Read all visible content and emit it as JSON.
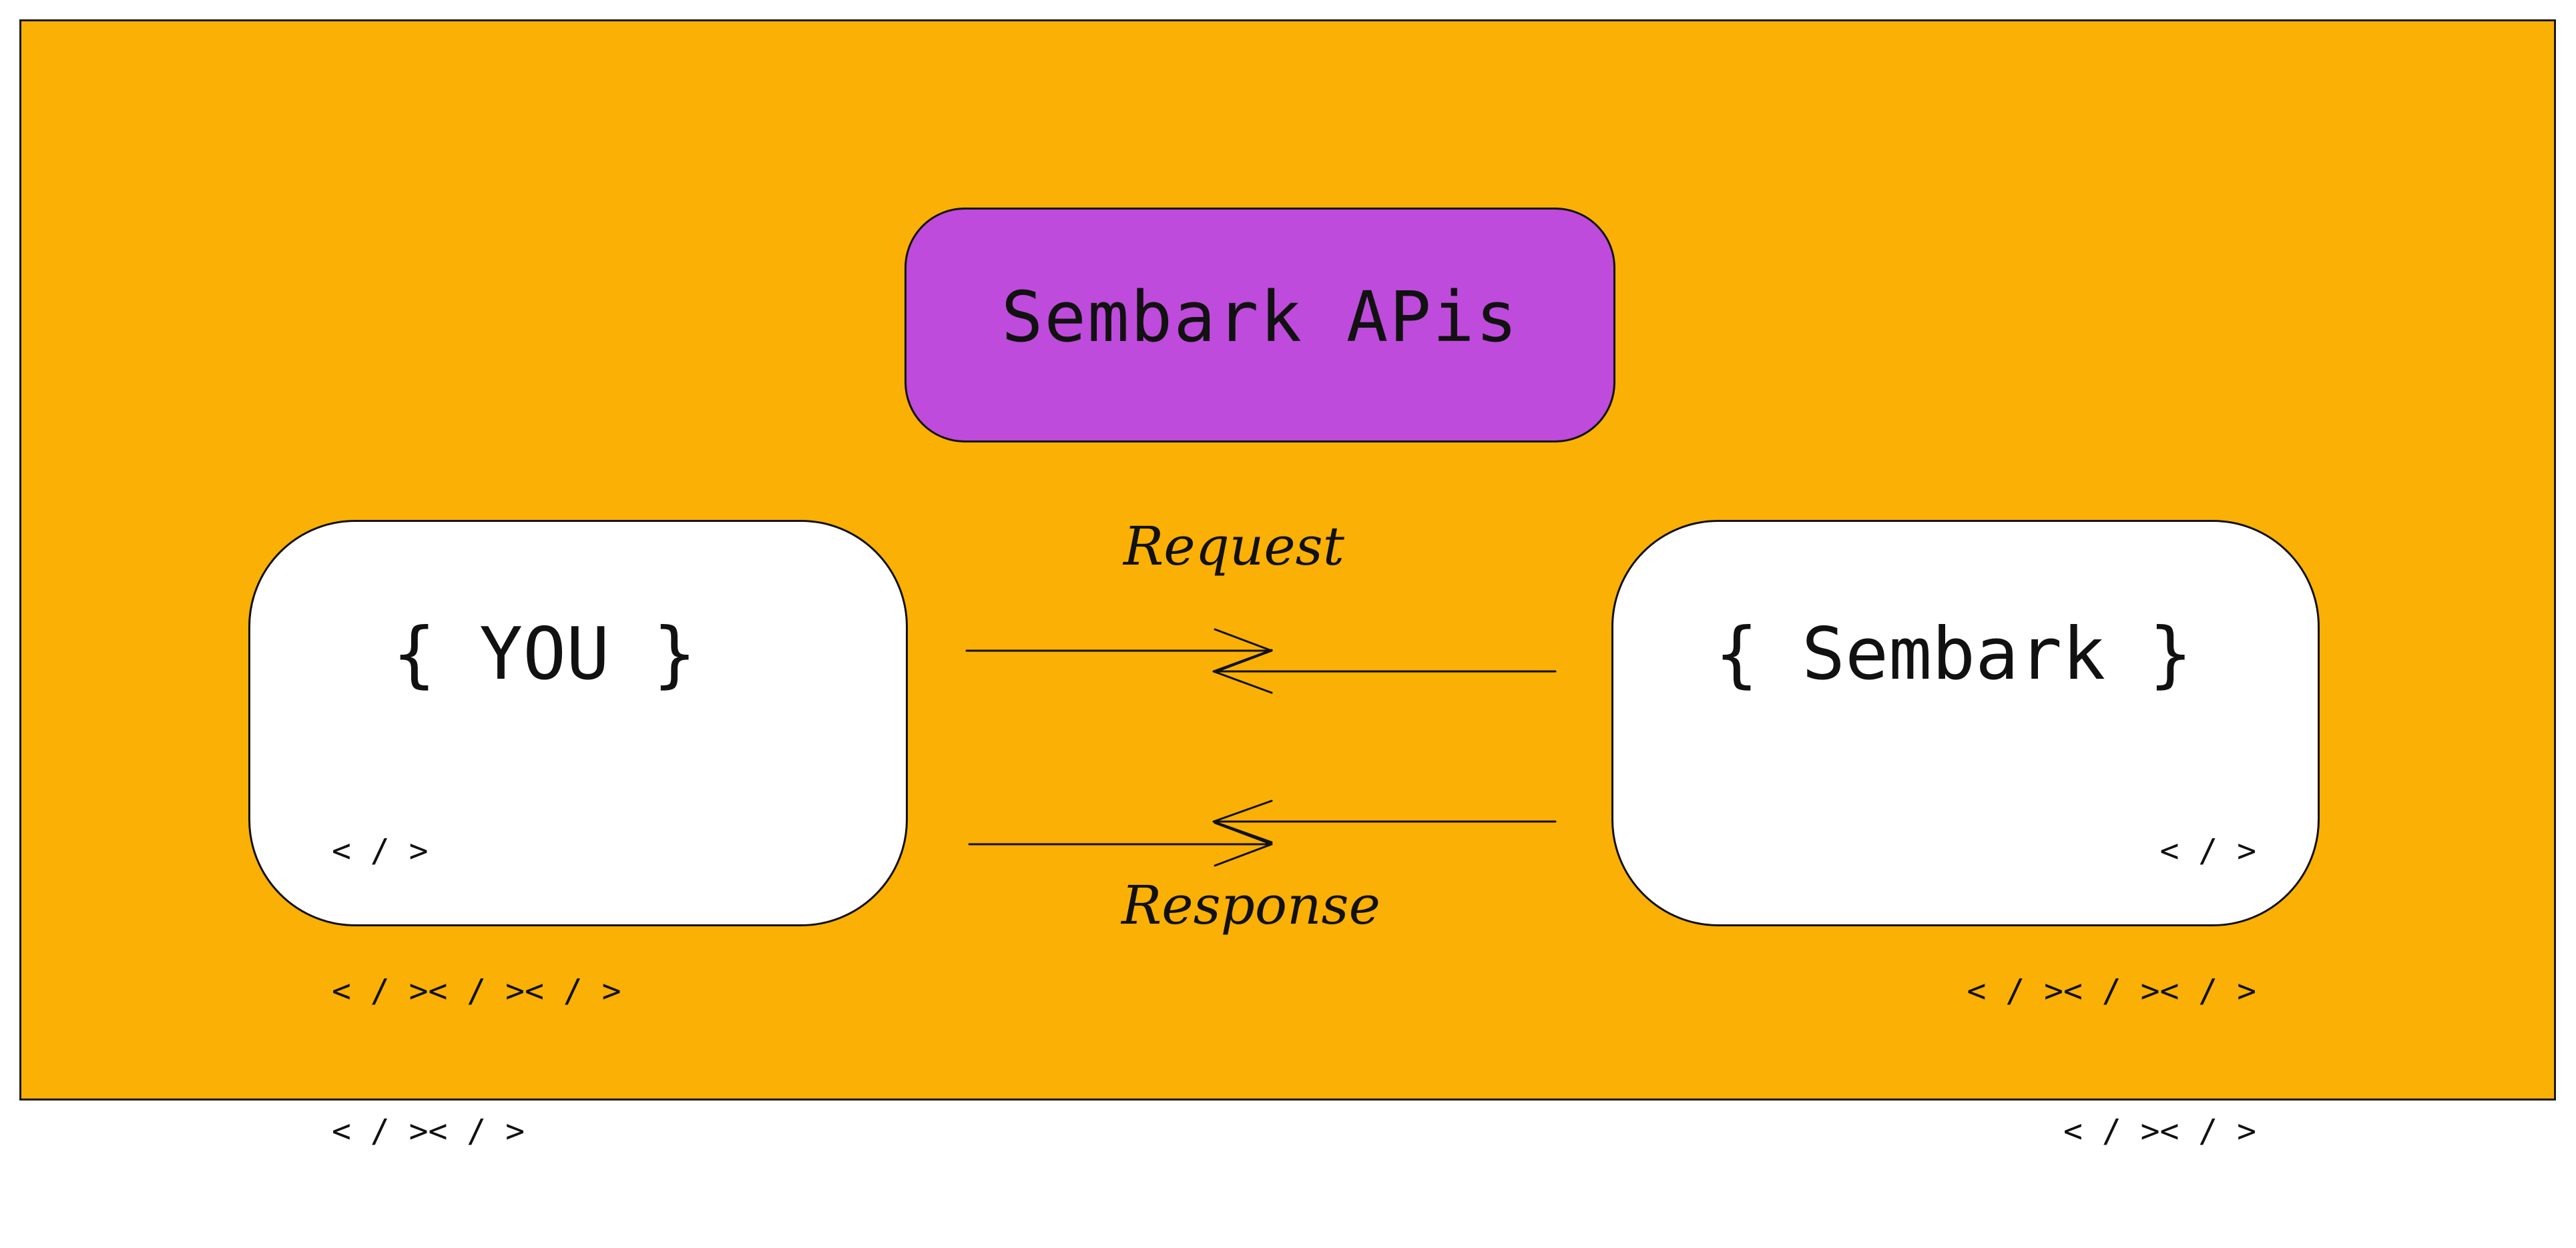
{
  "colors": {
    "background": "#FAB005",
    "api_box": "#BE4BDB",
    "side_box": "#FFFFFF",
    "ink": "#111111"
  },
  "api_box": {
    "title": "Sembark APis"
  },
  "you_box": {
    "title": "{ YOU }",
    "code": [
      "< / >",
      "< / >< / >< / >",
      "< / >< / >"
    ]
  },
  "sembark_box": {
    "title": "{ Sembark }",
    "code": [
      "< / >",
      "< / >< / >< / >",
      "< / >< / >"
    ]
  },
  "labels": {
    "request": "Request",
    "response": "Response"
  }
}
